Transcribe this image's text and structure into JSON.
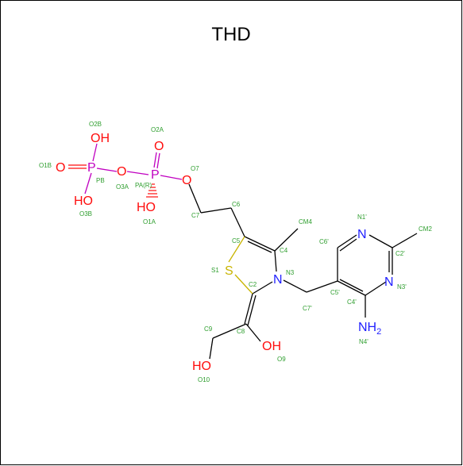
{
  "title": "THD",
  "colors": {
    "bond": "#000000",
    "oxygen": "#ff0d0d",
    "phosphorus": "#c000c0",
    "nitrogen": "#1f1fff",
    "sulfur": "#c8b400",
    "atom_label": "#2e9e2e"
  },
  "atoms": {
    "o_hb": "OH",
    "o1b": "O",
    "pb": "P",
    "o3a": "O",
    "pa": "P",
    "o2a": "O",
    "o1a_ho": "HO",
    "o3b_ho": "HO",
    "o7": "O",
    "s1": "S",
    "n3": "N",
    "n1p": "N",
    "n3p": "N",
    "nh": "NH",
    "nh_sub": "2",
    "o9": "OH",
    "o10": "HO"
  },
  "labels": {
    "O2B": "O2B",
    "O1B": "O1B",
    "PB": "PB",
    "O3B": "O3B",
    "O3A": "O3A",
    "O2A": "O2A",
    "PA": "PA(R)",
    "O1A": "O1A",
    "O7": "O7",
    "C7": "C7",
    "C6": "C6",
    "C5": "C5",
    "C4": "C4",
    "CM4": "CM4",
    "S1": "S1",
    "N3": "N3",
    "C2": "C2",
    "C7p": "C7'",
    "C6p": "C6'",
    "N1p": "N1'",
    "CM2": "CM2",
    "C2p": "C2'",
    "N3p": "N3'",
    "C5p": "C5'",
    "C4p": "C4'",
    "N4p": "N4'",
    "C9": "C9",
    "C8": "C8",
    "O9": "O9",
    "O10": "O10"
  }
}
